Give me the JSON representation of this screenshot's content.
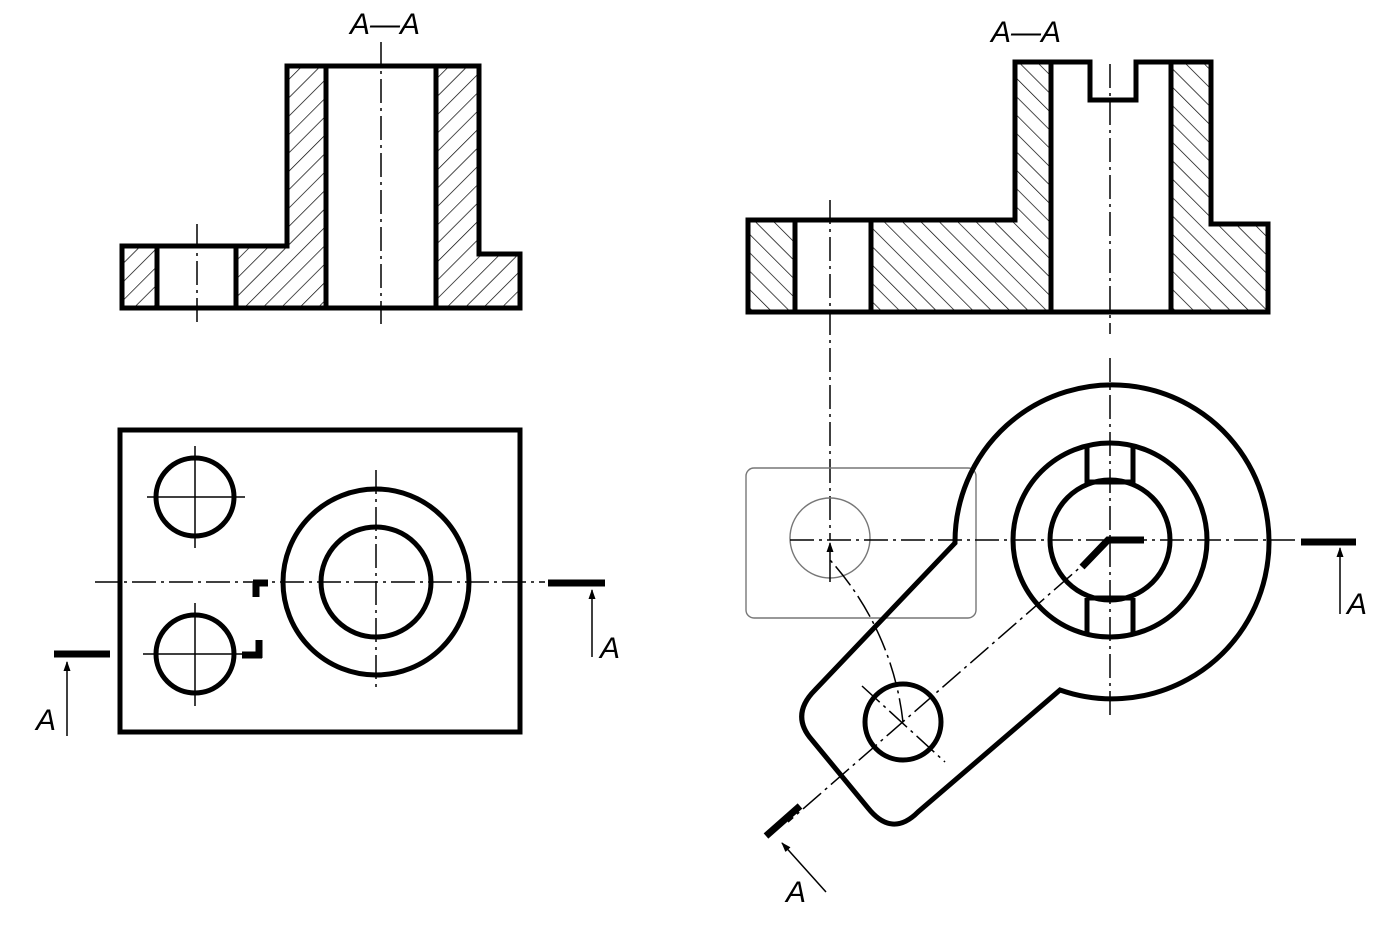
{
  "labels": {
    "section_title_left": "A—A",
    "section_title_right": "A—A",
    "cut_left_1": "A",
    "cut_left_2": "A",
    "cut_right_1": "A",
    "cut_right_2": "A"
  },
  "colors": {
    "line": "#000000",
    "background": "#ffffff",
    "ghost": "#999999"
  }
}
